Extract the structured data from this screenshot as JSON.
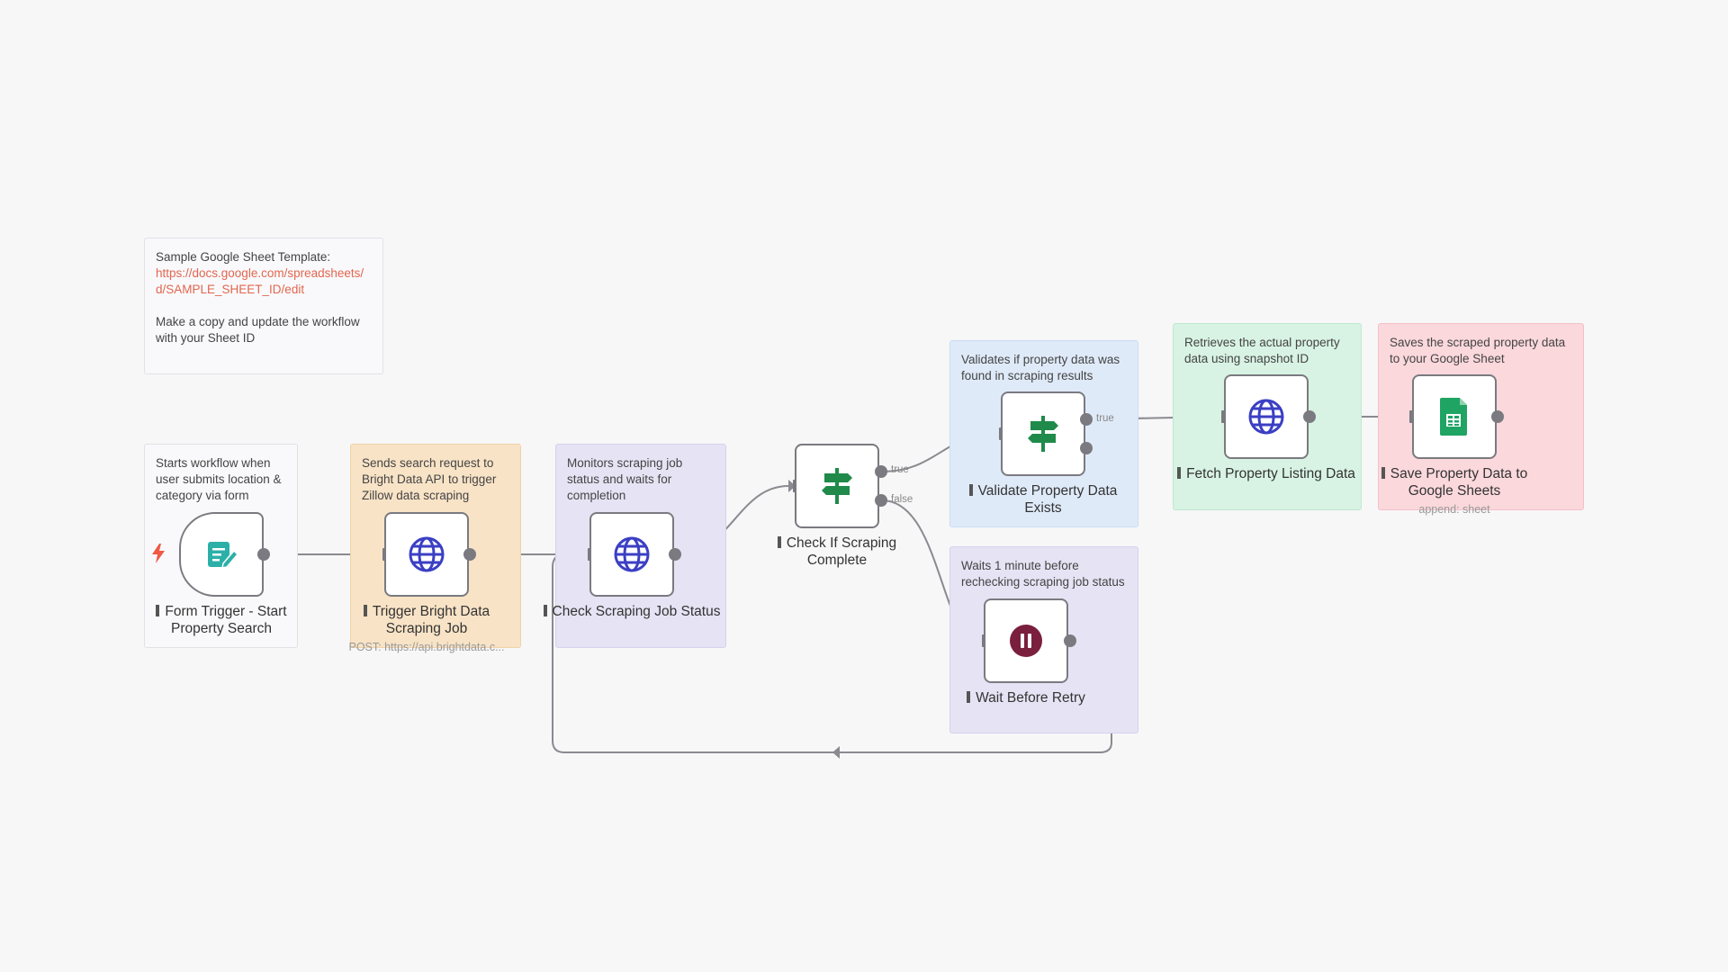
{
  "stickies": {
    "template": {
      "text": "Sample Google Sheet Template:",
      "link": "https://docs.google.com/spreadsheets/d/SAMPLE_SHEET_ID/edit",
      "note": "Make a copy and update the workflow with your Sheet ID"
    },
    "form": "Starts workflow when user submits location & category via form",
    "trigger": "Sends search request to Bright Data API to trigger Zillow data scraping",
    "monitor": "Monitors scraping job status and waits for completion",
    "validate": "Validates if property data was found in scraping results",
    "fetch": "Retrieves the actual property data using snapshot ID",
    "save": "Saves the scraped property data to your Google Sheet",
    "wait": "Waits 1 minute before rechecking scraping job status"
  },
  "nodes": {
    "form_trigger": {
      "label": "Form Trigger - Start Property Search",
      "icon": "form-icon"
    },
    "trigger_bright": {
      "label": "Trigger Bright Data Scraping Job",
      "subtitle": "POST: https://api.brightdata.c...",
      "icon": "globe-icon"
    },
    "check_status": {
      "label": "Check Scraping Job Status",
      "icon": "globe-icon"
    },
    "check_complete": {
      "label": "Check If Scraping Complete",
      "icon": "signpost-icon"
    },
    "validate": {
      "label": "Validate Property Data Exists",
      "icon": "signpost-icon"
    },
    "fetch": {
      "label": "Fetch Property Listing Data",
      "icon": "globe-icon"
    },
    "save": {
      "label": "Save Property Data to Google Sheets",
      "subtitle": "append: sheet",
      "icon": "google-sheets-icon"
    },
    "wait": {
      "label": "Wait Before Retry",
      "icon": "pause-icon"
    }
  },
  "branches": {
    "complete_true": "true",
    "complete_false": "false",
    "validate_true": "true"
  },
  "colors": {
    "edge": "#8a8a90",
    "globe": "#3b3fc4",
    "signpost": "#1f8a4a",
    "form": "#2bb0a8",
    "sheets": "#1fa463",
    "pause": "#7a1f3d",
    "trigger_bolt": "#ef5a45"
  }
}
